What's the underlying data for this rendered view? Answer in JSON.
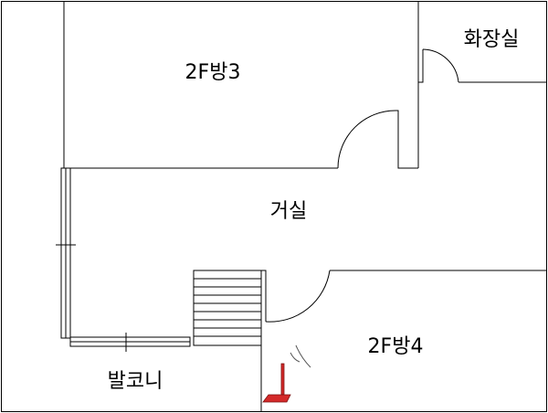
{
  "rooms": {
    "bathroom": "화장실",
    "room3": "2F방3",
    "living": "거실",
    "room4": "2F방4",
    "balcony": "발코니"
  },
  "colors": {
    "wall": "#000000",
    "background": "#ffffff",
    "router": "#d42a2a"
  },
  "icons": {
    "router": "wifi-router-icon"
  }
}
